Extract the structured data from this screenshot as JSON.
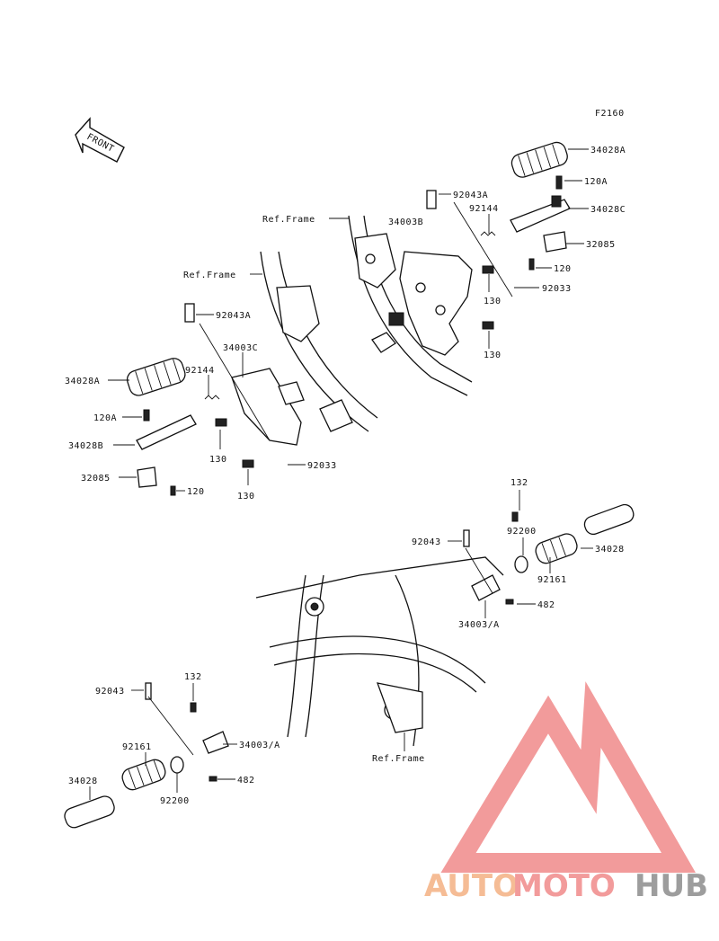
{
  "figure_code": "F2160",
  "front_label": "FRONT",
  "ref_frame": "Ref.Frame",
  "watermark": {
    "part1": "AUTO",
    "part2": "MOTO",
    "part3": "HUB",
    "color_orange": "#f4b183",
    "color_red": "#f08a8a",
    "color_gray": "#8c8c8c"
  },
  "labels": {
    "p34028A": "34028A",
    "p120A": "120A",
    "p34028C": "34028C",
    "p32085": "32085",
    "p120": "120",
    "p92033": "92033",
    "p92043A": "92043A",
    "p92144": "92144",
    "p34003B": "34003B",
    "p34003C": "34003C",
    "p130": "130",
    "p34028B": "34028B",
    "p132": "132",
    "p92043": "92043",
    "p92200": "92200",
    "p34028": "34028",
    "p92161": "92161",
    "p482": "482",
    "p34003A": "34003/A"
  }
}
